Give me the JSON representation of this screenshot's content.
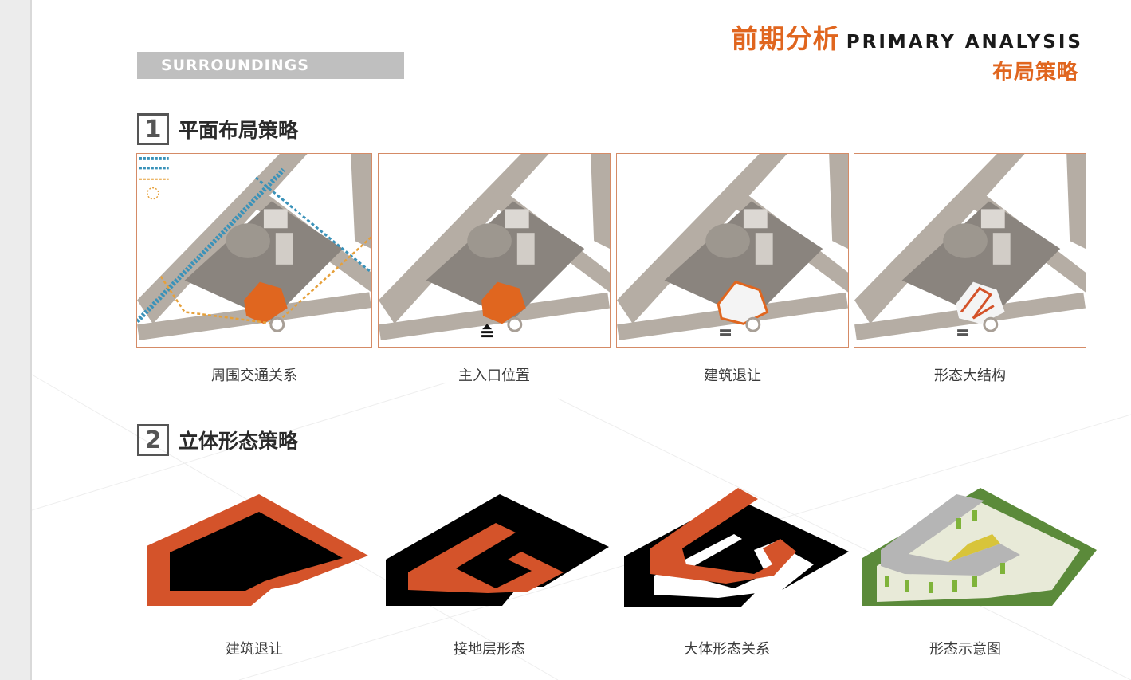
{
  "header": {
    "title_cn": "前期分析",
    "title_en": "PRIMARY ANALYSIS",
    "subtitle": "布局策略",
    "tag": "SURROUNDINGS"
  },
  "section1": {
    "number": "1",
    "title": "平面布局策略",
    "captions": [
      "周围交通关系",
      "主入口位置",
      "建筑退让",
      "形态大结构"
    ]
  },
  "section2": {
    "number": "2",
    "title": "立体形态策略",
    "captions": [
      "建筑退让",
      "接地层形态",
      "大体形态关系",
      "形态示意图"
    ]
  },
  "colors": {
    "accent": "#e0661f",
    "mass_orange": "#d4532a",
    "road": "#a89f96"
  }
}
